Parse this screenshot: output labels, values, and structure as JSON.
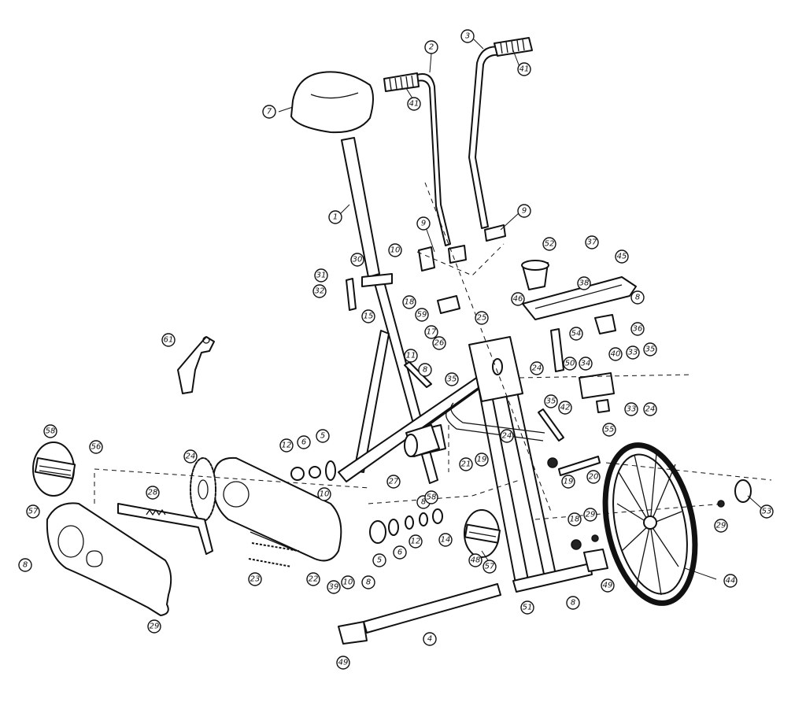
{
  "diagram": {
    "callouts": [
      "1",
      "2",
      "3",
      "4",
      "5",
      "6",
      "7",
      "8",
      "9",
      "10",
      "11",
      "12",
      "14",
      "15",
      "17",
      "18",
      "19",
      "20",
      "21",
      "22",
      "23",
      "24",
      "25",
      "26",
      "27",
      "28",
      "29",
      "30",
      "31",
      "32",
      "33",
      "34",
      "35",
      "36",
      "37",
      "38",
      "39",
      "40",
      "41",
      "42",
      "44",
      "45",
      "46",
      "48",
      "49",
      "50",
      "51",
      "52",
      "53",
      "54",
      "55",
      "56",
      "57",
      "58",
      "59",
      "61"
    ]
  }
}
